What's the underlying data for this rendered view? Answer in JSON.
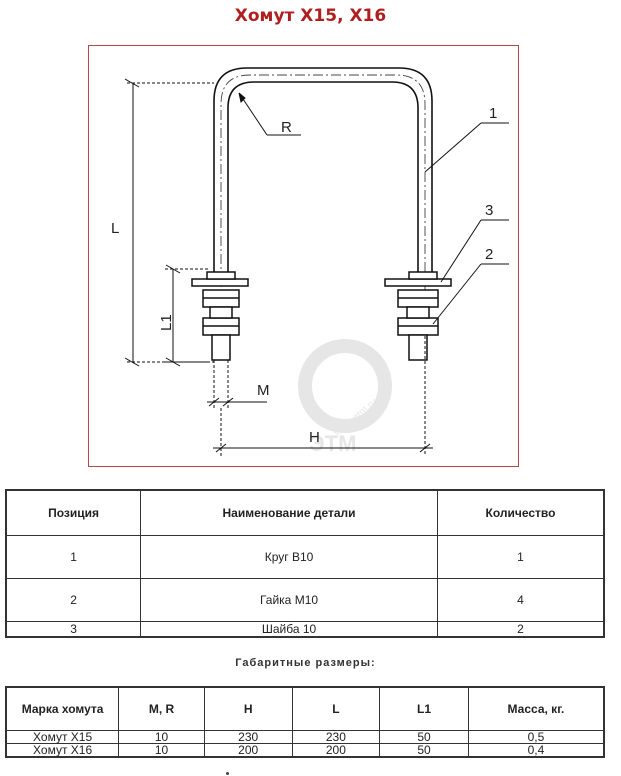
{
  "title": "Хомут Х15, Х16",
  "drawing": {
    "labels": {
      "r": "R",
      "l": "L",
      "l1": "L1",
      "m": "M",
      "h": "H",
      "pos1": "1",
      "pos2": "2",
      "pos3": "3"
    },
    "watermark": "ЭТМ",
    "watermark_url": "www.etm.ru"
  },
  "parts_table": {
    "headers": [
      "Позиция",
      "Наименование детали",
      "Количество"
    ],
    "rows": [
      [
        "1",
        "Круг В10",
        "1"
      ],
      [
        "2",
        "Гайка М10",
        "4"
      ],
      [
        "3",
        "Шайба 10",
        "2"
      ]
    ]
  },
  "sizes_caption": "Габаритные размеры:",
  "sizes_table": {
    "headers": [
      "Марка хомута",
      "M, R",
      "H",
      "L",
      "L1",
      "Масса, кг."
    ],
    "rows": [
      [
        "Хомут Х15",
        "10",
        "230",
        "230",
        "50",
        "0,5"
      ],
      [
        "Хомут Х16",
        "10",
        "200",
        "200",
        "50",
        "0,4"
      ]
    ]
  }
}
